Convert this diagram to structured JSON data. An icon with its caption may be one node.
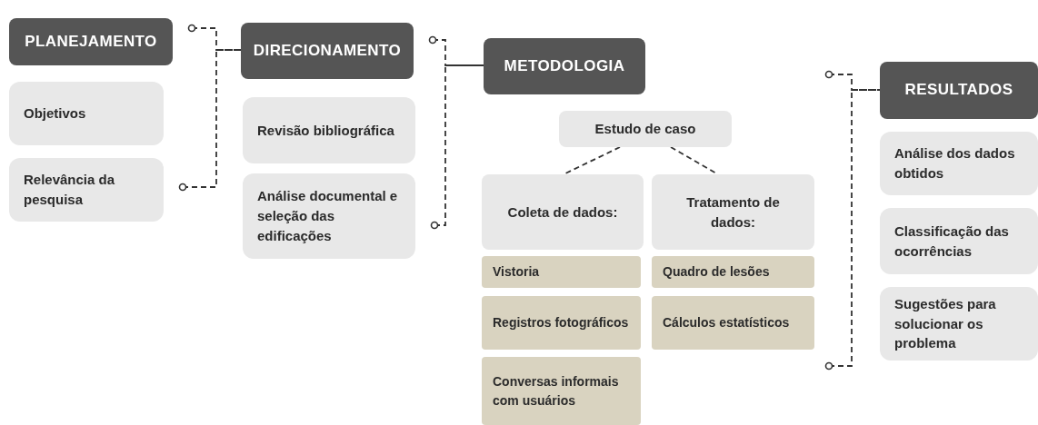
{
  "diagram": {
    "nodes": [
      {
        "text": [
          "PLANEJAMENTO"
        ]
      },
      {
        "text": [
          "Objetivos"
        ]
      },
      {
        "text": [
          "Relevância da pesquisa"
        ]
      },
      {
        "text": [
          "DIRECIONAMENTO"
        ]
      },
      {
        "text": [
          "Revisão bibliográfica"
        ]
      },
      {
        "text": [
          "Análise documental e seleção das edificações"
        ]
      },
      {
        "text": [
          "METODOLOGIA"
        ]
      },
      {
        "text": [
          "Estudo de caso"
        ]
      },
      {
        "text": [
          "Coleta de dados:"
        ]
      },
      {
        "text": [
          "Tratamento de dados:"
        ]
      },
      {
        "text": [
          "Vistoria"
        ]
      },
      {
        "text": [
          "Registros fotográficos"
        ]
      },
      {
        "text": [
          "Conversas informais com usuários"
        ]
      },
      {
        "text": [
          "Quadro de lesões"
        ]
      },
      {
        "text": [
          "Cálculos estatísticos"
        ]
      },
      {
        "text": [
          "RESULTADOS"
        ]
      },
      {
        "text": [
          "Análise dos dados obtidos"
        ]
      },
      {
        "text": [
          "Classificação das ocorrências"
        ]
      },
      {
        "text": [
          "Sugestões para solucionar os problema"
        ]
      }
    ],
    "edges": [
      {
        "from": 0,
        "to": 3,
        "arrow": "other"
      },
      {
        "from": 2,
        "to": 3,
        "arrow": "other"
      },
      {
        "from": 3,
        "to": 6,
        "arrow": "other"
      },
      {
        "from": 5,
        "to": 6,
        "arrow": "other"
      },
      {
        "from": null,
        "to": 15,
        "arrow": "other"
      },
      {
        "from": 14,
        "to": 15,
        "arrow": "other"
      },
      {
        "from": 7,
        "to": 8,
        "arrow": "none"
      },
      {
        "from": 7,
        "to": 9,
        "arrow": "none"
      }
    ]
  }
}
